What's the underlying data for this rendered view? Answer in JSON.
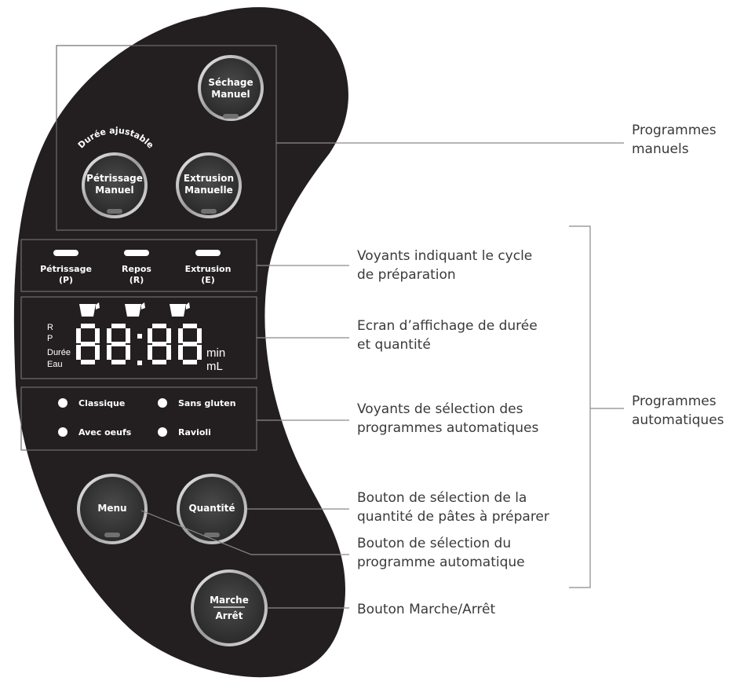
{
  "panel": {
    "buttons": {
      "sechage": [
        "Séchage",
        "Manuel"
      ],
      "petrissage": [
        "Pétrissage",
        "Manuel"
      ],
      "extrusion": [
        "Extrusion",
        "Manuelle"
      ],
      "menu": "Menu",
      "quantite": "Quantité",
      "marche": "Marche",
      "arret": "Arrêt"
    },
    "arc_text": "Durée ajustable",
    "cycle_leds": [
      {
        "name": "Pétrissage",
        "code": "(P)"
      },
      {
        "name": "Repos",
        "code": "(R)"
      },
      {
        "name": "Extrusion",
        "code": "(E)"
      }
    ],
    "display": {
      "side_labels": [
        "R",
        "P",
        "Durée",
        "Eau"
      ],
      "digits": "88:88",
      "units": [
        "min",
        "mL"
      ]
    },
    "programs": [
      "Classique",
      "Sans gluten",
      "Avec oeufs",
      "Ravioli"
    ]
  },
  "callouts": {
    "manuels": [
      "Programmes",
      "manuels"
    ],
    "voyants_cycle": [
      "Voyants indiquant le cycle",
      "de préparation"
    ],
    "ecran": [
      "Ecran d’affichage de durée",
      "et quantité"
    ],
    "voyants_prog": [
      "Voyants de sélection des",
      "programmes automatiques"
    ],
    "bouton_quantite": [
      "Bouton de sélection de la",
      "quantité de pâtes à préparer"
    ],
    "bouton_menu": [
      "Bouton de sélection du",
      "programme automatique"
    ],
    "bouton_marche": "Bouton Marche/Arrêt",
    "automatiques": [
      "Programmes",
      "automatiques"
    ]
  }
}
